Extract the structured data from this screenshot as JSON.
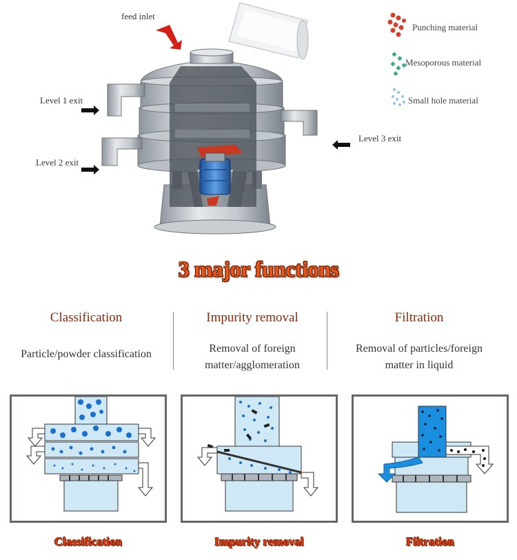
{
  "diagram_labels": {
    "feed_inlet": "feed inlet",
    "level1": "Level 1 exit",
    "level2": "Level 2 exit",
    "level3": "Level 3 exit"
  },
  "legend": [
    {
      "label": "Punching material",
      "color": "#d8402a"
    },
    {
      "label": "Mesoporous material",
      "color": "#3aaa88"
    },
    {
      "label": "Small hole material",
      "color": "#8ec8e8"
    }
  ],
  "main_title": "3 major functions",
  "functions": [
    {
      "title": "Classification",
      "desc_line1": "Particle/powder classification",
      "desc_line2": ""
    },
    {
      "title": "Impurity removal",
      "desc_line1": "Removal of foreign",
      "desc_line2": "matter/agglomeration"
    },
    {
      "title": "Filtration",
      "desc_line1": "Removal of particles/foreign",
      "desc_line2": "matter in liquid"
    }
  ],
  "captions": [
    "Classification",
    "Impurity removal",
    "Filtration"
  ],
  "colors": {
    "accent": "#e8541a",
    "title_brown": "#8a2a0a",
    "blue": "#1a6fd0",
    "steel": "#b8bec6"
  }
}
